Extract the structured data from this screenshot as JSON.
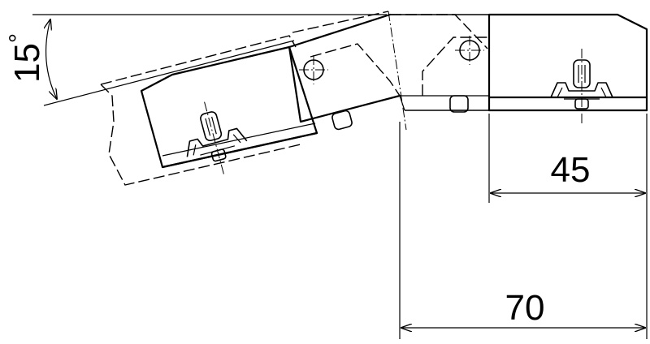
{
  "dimensions": {
    "angle": {
      "value": "15",
      "unit": "°"
    },
    "width_inner": "45",
    "width_outer": "70"
  }
}
